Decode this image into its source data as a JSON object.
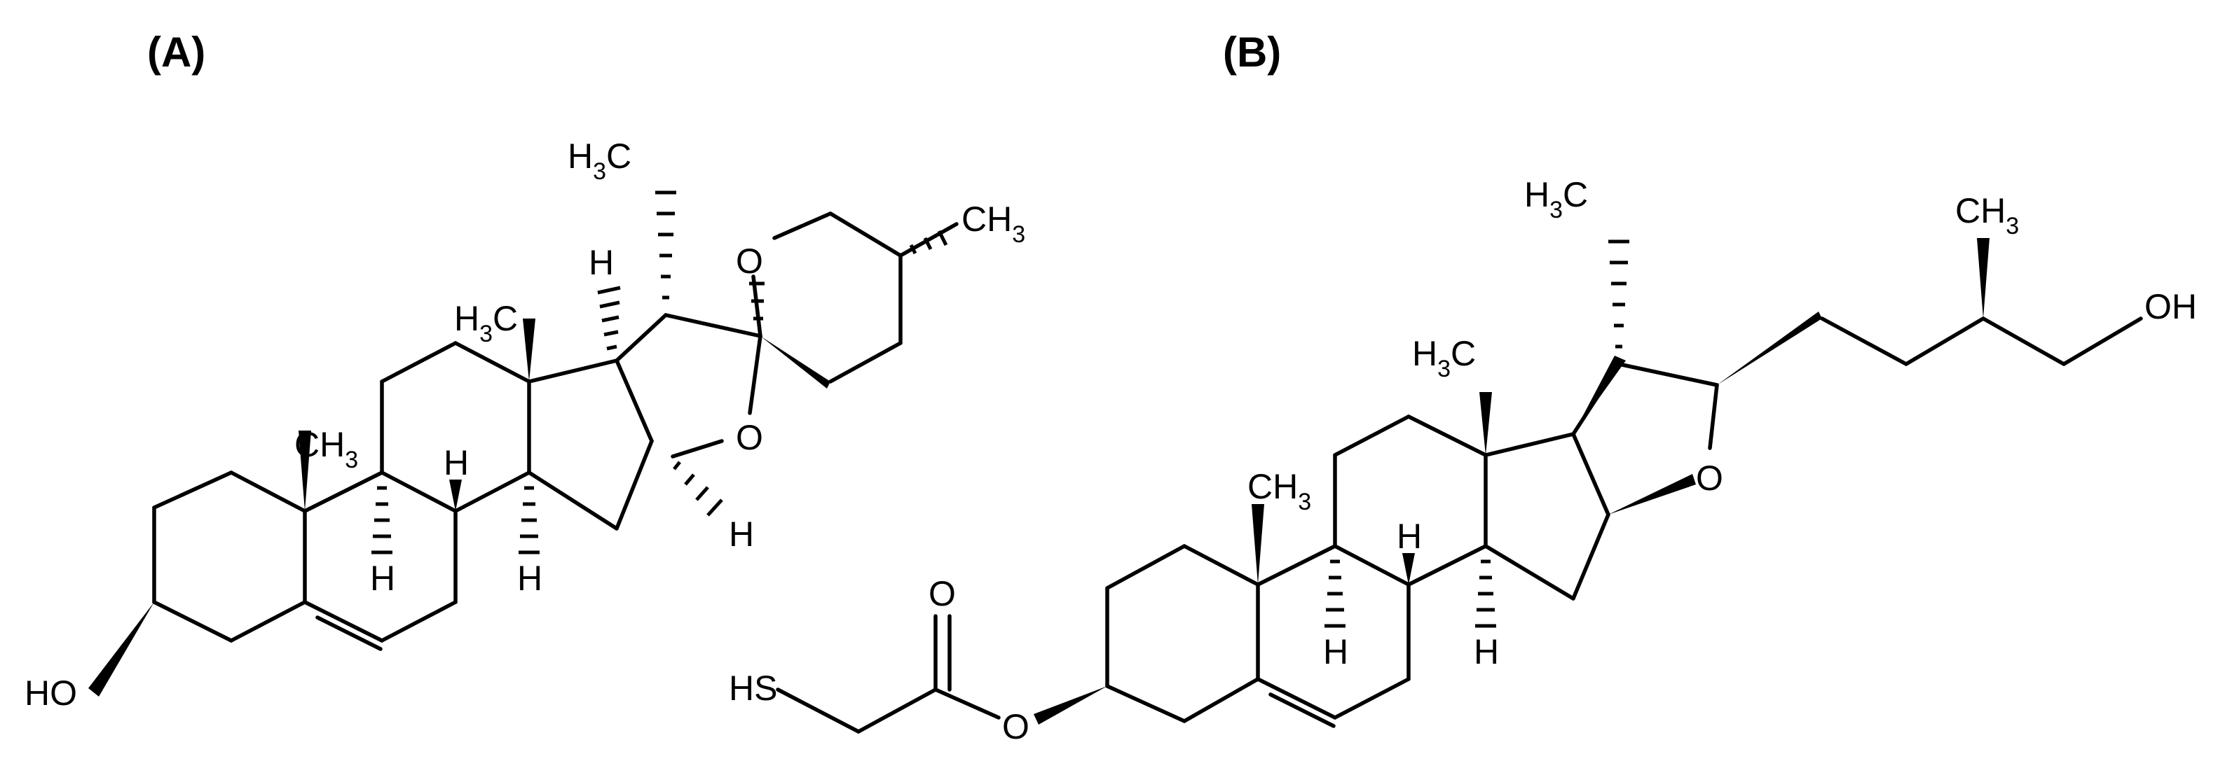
{
  "figure": {
    "panel_a": {
      "label": "(A)",
      "atoms": {
        "ho": "HO",
        "o_ring1": "O",
        "o_ring2": "O",
        "ch3_c10": "CH",
        "ch3_c10_sub": "3",
        "ch3_c13_h": "H",
        "ch3_c13_sub": "3",
        "ch3_c13_c": "C",
        "ch3_c20_h": "H",
        "ch3_c20_sub": "3",
        "ch3_c20_c": "C",
        "ch3_c25": "CH",
        "ch3_c25_sub": "3",
        "h_c8": "H",
        "h_c9": "H",
        "h_c14": "H",
        "h_c16": "H",
        "h_c17": "H"
      }
    },
    "panel_b": {
      "label": "(B)",
      "atoms": {
        "hs": "HS",
        "o_carbonyl": "O",
        "o_ester": "O",
        "o_ring": "O",
        "oh": "OH",
        "ch3_c10": "CH",
        "ch3_c10_sub": "3",
        "ch3_c13_h": "H",
        "ch3_c13_sub": "3",
        "ch3_c13_c": "C",
        "ch3_c20_h": "H",
        "ch3_c20_sub": "3",
        "ch3_c20_c": "C",
        "ch3_c25": "CH",
        "ch3_c25_sub": "3",
        "h_c8": "H",
        "h_c9": "H",
        "h_c14": "H"
      }
    }
  }
}
